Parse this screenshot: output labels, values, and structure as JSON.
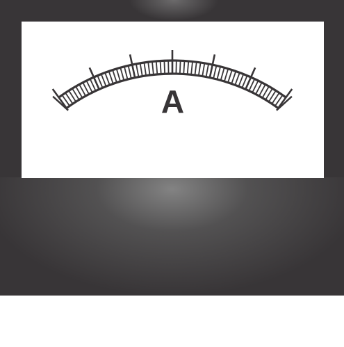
{
  "meter": {
    "unit_label": "A",
    "colors": {
      "housing": "#383537",
      "face": "#ffffff",
      "scale": "#383537"
    },
    "scale": {
      "minor_divisions": 60,
      "major_every": 10
    }
  }
}
